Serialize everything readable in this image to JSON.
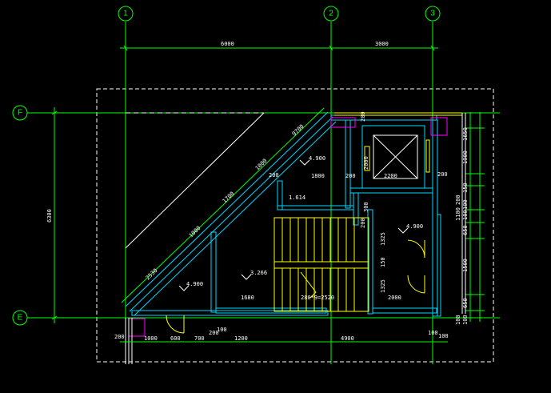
{
  "colors": {
    "background": "#000000",
    "grid": "#00ff00",
    "wall": "#00d8ff",
    "stair": "#ffff00",
    "column": "#ff00ff",
    "dimension_text": "#ffffff",
    "boundary": "#ffffff"
  },
  "grid_axes": {
    "axis_1": "1",
    "axis_2": "2",
    "axis_3": "3",
    "axis_F": "F",
    "axis_E": "E"
  },
  "dimensions": {
    "d_6000_top": "6000",
    "d_3000_top": "3000",
    "d_6300_left": "6300",
    "d_9700_diag": "9700",
    "d_1000_diag_a": "1000",
    "d_1700_diag": "1700",
    "d_1000_diag_b": "1000",
    "d_2530_diag": "2530",
    "d_200_a": "200",
    "d_1800": "1800",
    "d_200_b": "200",
    "d_2000_v": "2000",
    "d_2200": "2200",
    "d_200_c": "200",
    "d_1900_v": "1900",
    "d_1650_v": "1650",
    "d_1100_v": "1100",
    "d_150_v": "150",
    "d_200_v": "200",
    "d_100_v_a": "100",
    "d_100_v_b": "100",
    "d_650_v_a": "650",
    "d_1500_v": "1500",
    "d_650_v_b": "650",
    "d_100_v_c": "100",
    "d_100_v_d": "100",
    "d_300_v": "300",
    "d_200_v_b": "200",
    "d_1325_a": "1325",
    "d_1325_b": "1325",
    "d_150_a": "150",
    "d_1680": "1680",
    "d_2000_h": "2000",
    "d_stair_note": "280*9=2520",
    "d_200_bl": "200",
    "d_1000_b": "1000",
    "d_600": "600",
    "d_700": "700",
    "d_200_bot": "200",
    "d_100_bot": "100",
    "d_1200": "1200",
    "d_4900": "4900",
    "d_100_br_a": "100",
    "d_100_br_b": "100",
    "d_100_br_c": "100",
    "d_100_br_d": "100",
    "d_200_top": "200"
  },
  "levels": {
    "lvl_4900_a": "4.900",
    "lvl_4900_b": "4.900",
    "lvl_4900_c": "4.900",
    "lvl_3266": "3.266",
    "lvl_1614": "1.614"
  }
}
